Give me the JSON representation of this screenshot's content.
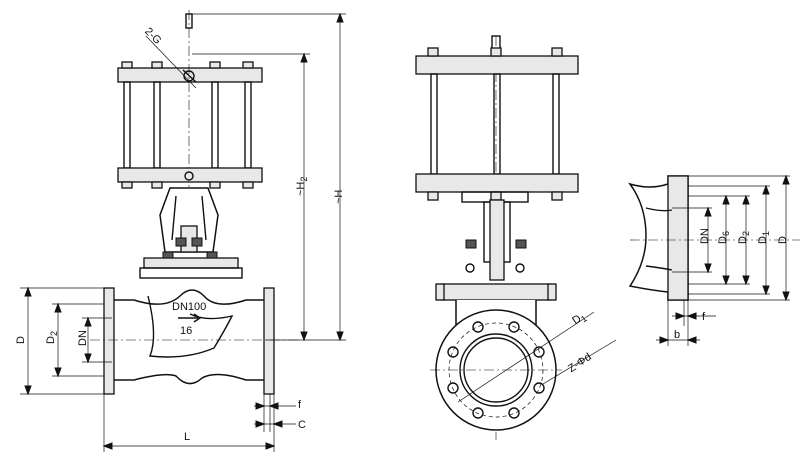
{
  "labels": {
    "g": "2-G",
    "h": "~H",
    "h2": "~H",
    "h2_sub": "2",
    "d": "D",
    "d2": "D",
    "d2_sub": "2",
    "dn": "DN",
    "l": "L",
    "f": "f",
    "c": "C",
    "body_size": "DN100",
    "body_pressure": "16",
    "d1": "D",
    "d1_sub": "1",
    "zd": "Z-Φd",
    "detail_dn": "DN",
    "detail_d6": "D",
    "detail_d6_sub": "6",
    "detail_d2": "D",
    "detail_d2_sub": "2",
    "detail_d1": "D",
    "detail_d1_sub": "1",
    "detail_d": "D",
    "detail_f": "f",
    "detail_b": "b"
  }
}
